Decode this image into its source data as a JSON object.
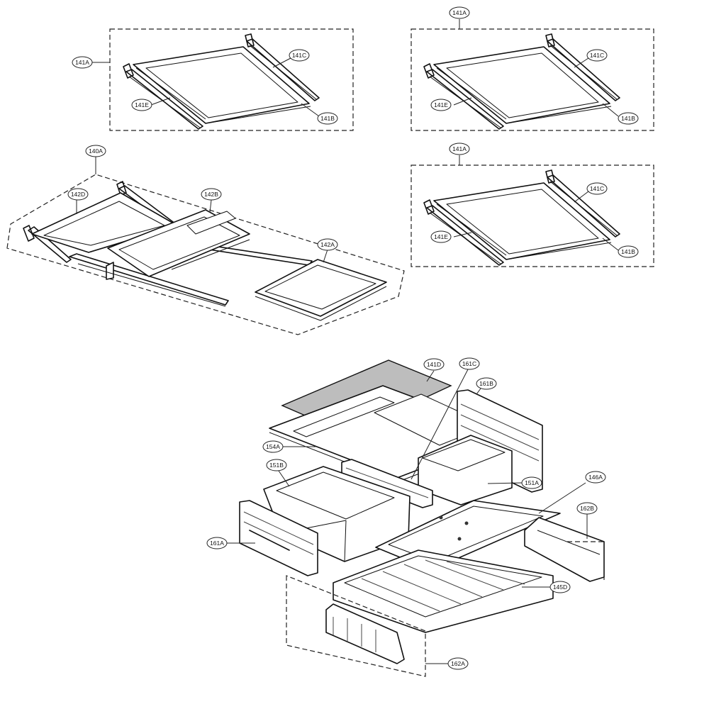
{
  "labels": {
    "a141_1": "141A",
    "c141_1": "141C",
    "e141_1": "141E",
    "b141_1": "141B",
    "a141_2": "141A",
    "c141_2": "141C",
    "e141_2": "141E",
    "b141_2": "141B",
    "a141_3": "141A",
    "c141_3": "141C",
    "e141_3": "141E",
    "b141_3": "141B",
    "a140": "140A",
    "d142": "142D",
    "b142": "142B",
    "a142": "142A",
    "d141": "141D",
    "c161": "161C",
    "b161": "161B",
    "a154": "154A",
    "b151": "151B",
    "a151": "151A",
    "a146": "146A",
    "b162": "162B",
    "a161": "161A",
    "d145": "145D",
    "a162": "162A"
  }
}
